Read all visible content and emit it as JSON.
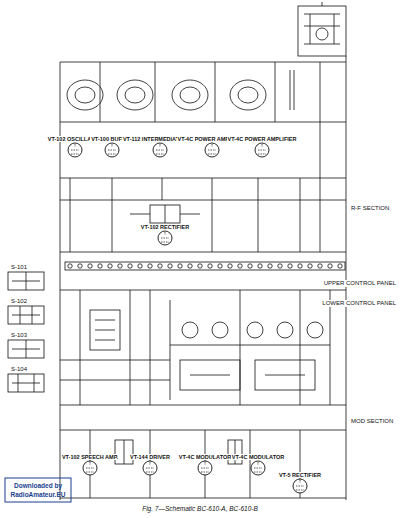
{
  "diagram": {
    "caption": "Fig. 7—Schematic BC-610-A, BC-610-B",
    "nodes": [
      {
        "text": [
          "VT-102 OSCILLATOR"
        ]
      },
      {
        "text": [
          "VT-100 BUFFER"
        ]
      },
      {
        "text": [
          "VT-112 INTERMEDIATE AMP."
        ]
      },
      {
        "text": [
          "VT-4C POWER AMPLIFIER"
        ]
      },
      {
        "text": [
          "VT-4C POWER AMPLIFIER"
        ]
      },
      {
        "text": [
          "VT-102 RECTIFIER"
        ]
      },
      {
        "text": [
          "VT-102 SPEECH AMP."
        ]
      },
      {
        "text": [
          "VT-144 DRIVER"
        ]
      },
      {
        "text": [
          "VT-4C MODULATOR"
        ]
      },
      {
        "text": [
          "VT-4C MODULATOR"
        ]
      },
      {
        "text": [
          "VT-5 RECTIFIER"
        ]
      }
    ],
    "labels": [
      "R-F SECTION",
      "UPPER CONTROL PANEL",
      "LOWER CONTROL PANEL",
      "MOD SECTION",
      "S-101",
      "S-102",
      "S-103",
      "S-104",
      "Downloaded by",
      "RadioAmateur.EU"
    ]
  }
}
